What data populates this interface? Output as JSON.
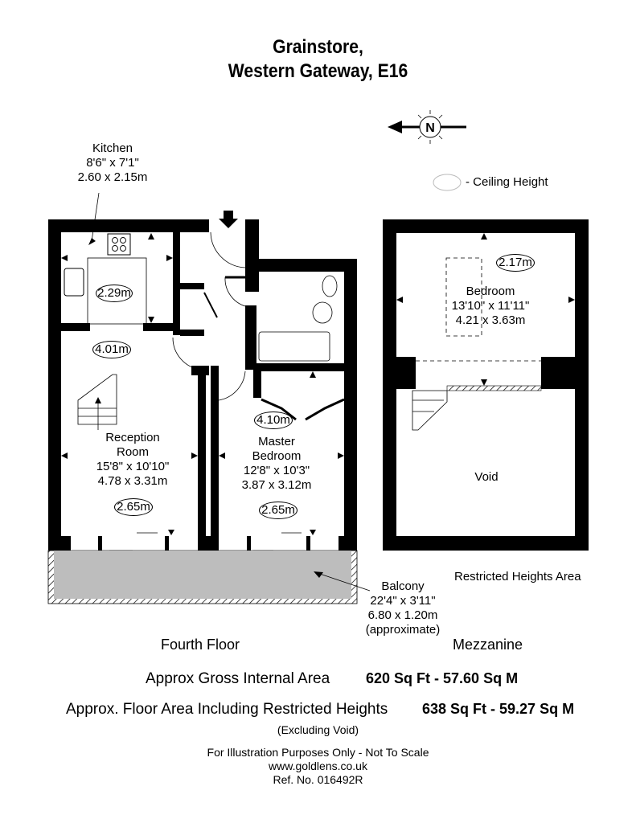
{
  "header": {
    "title_line1": "Grainstore,",
    "title_line2": "Western Gateway, E16"
  },
  "compass": {
    "letter": "N",
    "icon": "compass-north-arrow-icon"
  },
  "legend": {
    "ceiling_height_label": "- Ceiling Height",
    "icon": "oval-ceiling-height-icon"
  },
  "fourth_floor": {
    "label": "Fourth Floor",
    "rooms": {
      "kitchen": {
        "name": "Kitchen",
        "imperial": "8'6\" x 7'1\"",
        "metric": "2.60 x 2.15m",
        "ceiling": "2.29m"
      },
      "reception": {
        "name_line1": "Reception",
        "name_line2": "Room",
        "imperial": "15'8\" x 10'10\"",
        "metric": "4.78 x 3.31m",
        "ceiling": "2.65m",
        "ceiling_hall": "4.01m"
      },
      "master_bedroom": {
        "name_line1": "Master",
        "name_line2": "Bedroom",
        "imperial": "12'8\" x 10'3\"",
        "metric": "3.87 x 3.12m",
        "ceiling": "2.65m",
        "ceiling_top": "4.10m"
      },
      "balcony": {
        "name": "Balcony",
        "imperial": "22'4\" x 3'11\"",
        "metric": "6.80 x 1.20m",
        "note": "(approximate)"
      }
    }
  },
  "mezzanine": {
    "label": "Mezzanine",
    "restricted_label": "Restricted Heights Area",
    "rooms": {
      "bedroom": {
        "name": "Bedroom",
        "imperial": "13'10\" x 11'11\"",
        "metric": "4.21 x 3.63m",
        "ceiling": "2.17m"
      },
      "void": {
        "name": "Void"
      }
    }
  },
  "areas": {
    "gross_label": "Approx Gross Internal Area",
    "gross_value": "620 Sq Ft  - 57.60 Sq M",
    "restricted_label": "Approx. Floor Area Including Restricted Heights",
    "restricted_value": "638 Sq Ft  -  59.27 Sq M",
    "note": "(Excluding Void)"
  },
  "footer": {
    "disclaimer": "For Illustration Purposes Only - Not To Scale",
    "website": "www.goldlens.co.uk",
    "reference": "Ref. No. 016492R"
  },
  "colors": {
    "wall": "#000000",
    "balcony_fill": "#bdbdbd",
    "background": "#ffffff"
  }
}
